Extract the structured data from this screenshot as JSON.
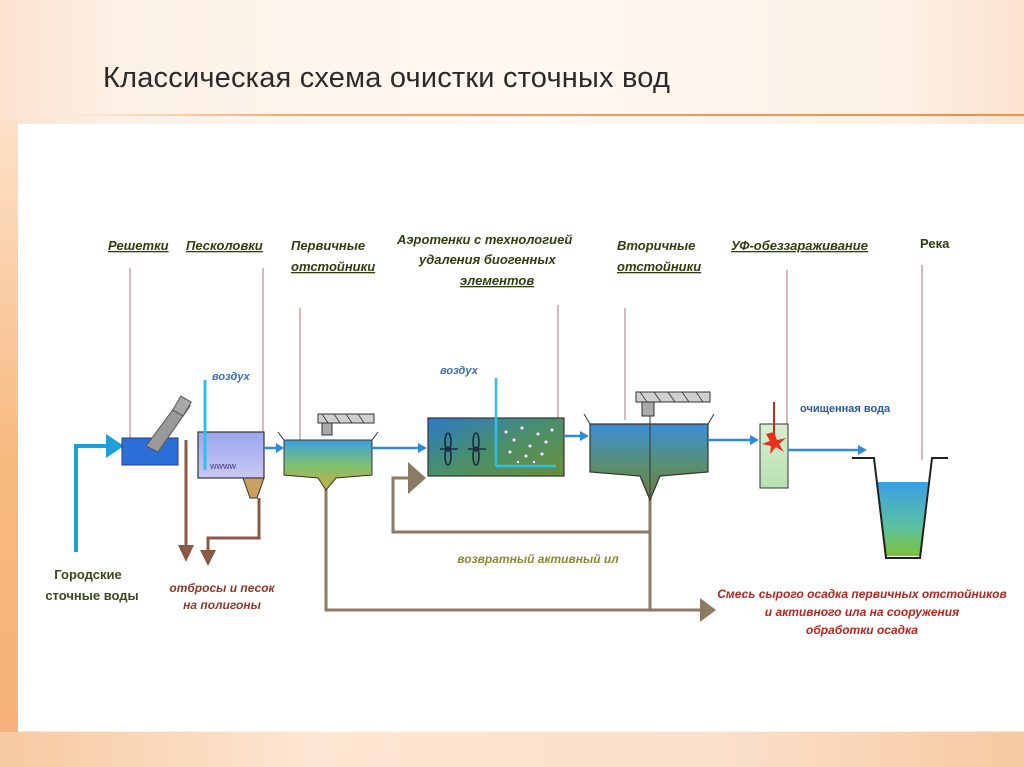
{
  "title": "Классическая схема очистки сточных вод",
  "labels": {
    "screens": "Решетки",
    "grit": "Песколовки",
    "primary": [
      "Первичные",
      "отстойники"
    ],
    "aero": [
      "Аэротенки с технологией",
      "удаления биогенных",
      "элементов"
    ],
    "secondary": [
      "Вторичные",
      "отстойники"
    ],
    "uv": "УФ-обеззараживание",
    "river": "Река",
    "air1": "воздух",
    "air2": "воздух",
    "www": "wwww",
    "clean": "очищенная вода",
    "city": [
      "Городские",
      "сточные воды"
    ],
    "waste": [
      "отбросы и песок",
      "на полигоны"
    ],
    "return": "возвратный активный ил",
    "mix": [
      "Смесь сырого осадка первичных отстойников",
      "и активного ила на сооружения",
      "обработки осадка"
    ]
  },
  "colors": {
    "flow": "#2f8bd6",
    "sludge": "#8c7a64",
    "waste": "#8a5a44",
    "label_dark": "#2f3f10",
    "label_blue": "#3a6fb5",
    "label_red": "#b5261d"
  }
}
